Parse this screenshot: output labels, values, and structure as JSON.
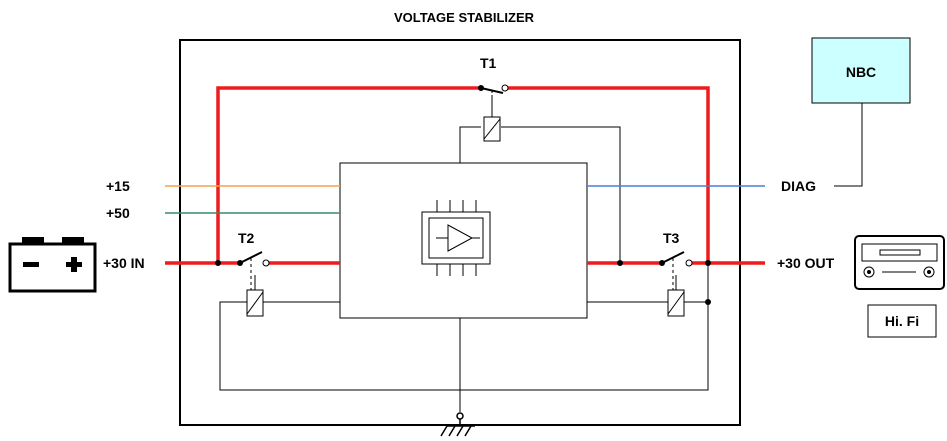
{
  "title": "VOLTAGE STABILIZER",
  "inputs": {
    "plus15": "+15",
    "plus50": "+50",
    "plus30_in": "+30 IN"
  },
  "outputs": {
    "diag": "DIAG",
    "plus30_out": "+30 OUT"
  },
  "switches": {
    "t1": "T1",
    "t2": "T2",
    "t3": "T3"
  },
  "modules": {
    "nbc": "NBC",
    "hifi": "Hi. Fi"
  },
  "colors": {
    "power_line": "#ee1c1c",
    "plus15_line": "#f5a04a",
    "plus50_line": "#3a8a6a",
    "diag_line": "#4a7fd8",
    "nbc_fill": "#ccffff",
    "wire": "#000000"
  },
  "icons": {
    "battery": "battery-icon",
    "radio": "radio-icon",
    "ground": "ground-icon",
    "amplifier": "amplifier-chip-icon"
  }
}
